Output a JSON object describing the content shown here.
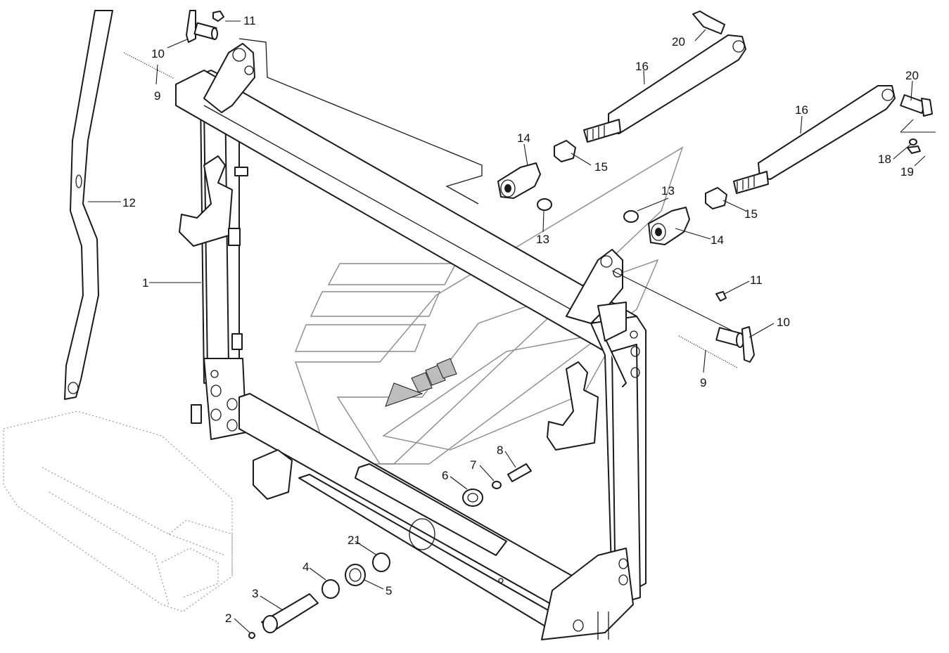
{
  "diagram": {
    "callouts": [
      {
        "id": "c1",
        "text": "1"
      },
      {
        "id": "c2",
        "text": "2"
      },
      {
        "id": "c3",
        "text": "3"
      },
      {
        "id": "c4",
        "text": "4"
      },
      {
        "id": "c5",
        "text": "5"
      },
      {
        "id": "c6",
        "text": "6"
      },
      {
        "id": "c7",
        "text": "7"
      },
      {
        "id": "c8",
        "text": "8"
      },
      {
        "id": "c9a",
        "text": "9"
      },
      {
        "id": "c9b",
        "text": "9"
      },
      {
        "id": "c10a",
        "text": "10"
      },
      {
        "id": "c10b",
        "text": "10"
      },
      {
        "id": "c11a",
        "text": "11"
      },
      {
        "id": "c11b",
        "text": "11"
      },
      {
        "id": "c12",
        "text": "12"
      },
      {
        "id": "c13a",
        "text": "13"
      },
      {
        "id": "c13b",
        "text": "13"
      },
      {
        "id": "c14a",
        "text": "14"
      },
      {
        "id": "c14b",
        "text": "14"
      },
      {
        "id": "c15a",
        "text": "15"
      },
      {
        "id": "c15b",
        "text": "15"
      },
      {
        "id": "c16a",
        "text": "16"
      },
      {
        "id": "c16b",
        "text": "16"
      },
      {
        "id": "c18",
        "text": "18"
      },
      {
        "id": "c19",
        "text": "19"
      },
      {
        "id": "c20a",
        "text": "20"
      },
      {
        "id": "c20b",
        "text": "20"
      },
      {
        "id": "c21",
        "text": "21"
      }
    ]
  }
}
